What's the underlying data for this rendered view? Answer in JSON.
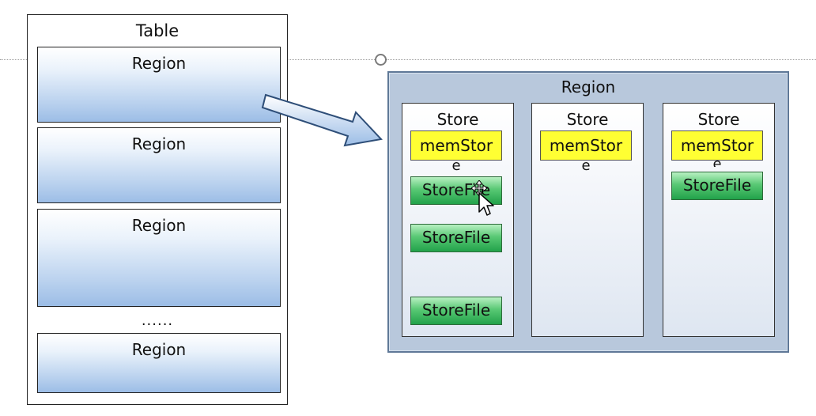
{
  "table": {
    "title": "Table",
    "regions": [
      "Region",
      "Region",
      "Region"
    ],
    "ellipsis": "......",
    "last_region": "Region"
  },
  "region_detail": {
    "title": "Region",
    "stores": [
      {
        "label": "Store",
        "memstore": "memStor",
        "memstore_tail": "e",
        "storefiles": [
          "StoreFile",
          "StoreFile",
          "StoreFile"
        ]
      },
      {
        "label": "Store",
        "memstore": "memStor",
        "memstore_tail": "e",
        "storefiles": []
      },
      {
        "label": "Store",
        "memstore": "memStor",
        "memstore_tail": "e",
        "storefiles": [
          "StoreFile"
        ]
      }
    ]
  },
  "colors": {
    "memstore_fill": "#ffff33",
    "storefile_fill": "#22a24a",
    "region_detail_fill": "#b8c8dc",
    "region_row_fill": "#b9d1ee",
    "arrow_fill": "#9cbde6"
  },
  "icons": [
    "right-arrow-icon",
    "mouse-cursor-icon",
    "move-icon"
  ]
}
